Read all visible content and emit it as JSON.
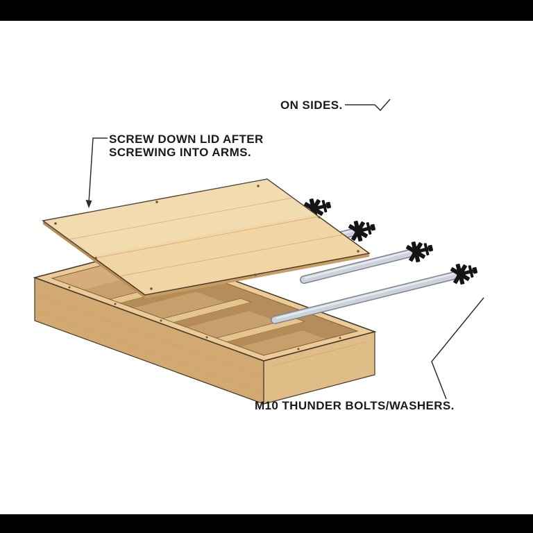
{
  "annotations": {
    "on_sides": {
      "text": "ON SIDES."
    },
    "screw_down_lid": {
      "line1": "SCREW DOWN LID AFTER",
      "line2": "SCREWING INTO ARMS."
    },
    "m10_bolts": {
      "text": "M10 THUNDER BOLTS/WASHERS."
    }
  },
  "diagram": {
    "description": "Isometric assembly drawing: timber storage box base with slatted interior, floating plywood lid above, and four metal support arms with M10 thunder bolts and washers extending to the right.",
    "parts": [
      {
        "name": "lid",
        "count": 1
      },
      {
        "name": "storage-box",
        "count": 1
      },
      {
        "name": "support-arm",
        "count": 4
      },
      {
        "name": "thunder-bolt-fitting",
        "count": 4
      }
    ],
    "colors": {
      "background": "#ffffff",
      "letterbox": "#000000",
      "label_text": "#1a1a1a",
      "leader": "#2e2e2e",
      "edge": "#44372a",
      "lid_top": "#f2d5a4",
      "lid_edge": "#b98e55",
      "lid_edge2": "#c99c62",
      "rim": "#eccb97",
      "rim_line": "#7a5f3d",
      "interior": "#c79f6c",
      "wall_left": "#d4ad7a",
      "wall_right": "#b58d5b",
      "slat": "#e6c48e",
      "slat_face": "#b58c58",
      "box_front": "#d3a972",
      "box_end": "#e0bd87",
      "grain": "#c99e68",
      "dot": "#6d5637",
      "arm_outline": "#7d848f",
      "arm_fill": "#ccd2da",
      "arm_highlight": "#eaedf2",
      "bolt": "#141414"
    }
  }
}
